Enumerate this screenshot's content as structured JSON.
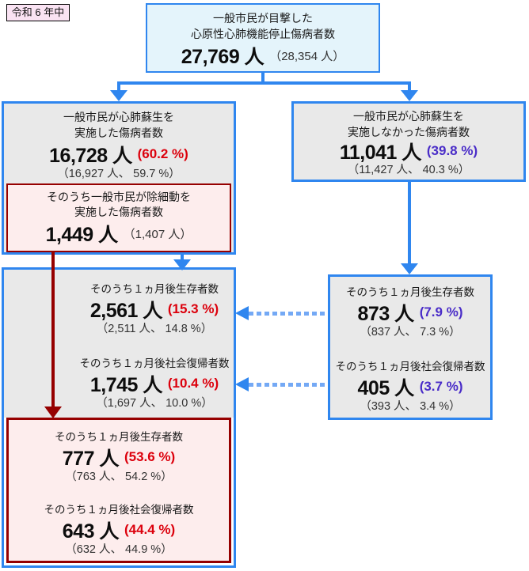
{
  "meta": {
    "year_label": "令和 6 年中"
  },
  "colors": {
    "accent_blue": "#2f86ef",
    "dotted_light_blue": "#74a9f5",
    "dark_red": "#960000",
    "highlight_red_pct": "#dc000c",
    "highlight_purple_pct": "#4a2dc8",
    "box_grey_fill": "#e9e9e9",
    "top_box_cyan_fill": "#e4f4fb",
    "pink_fill": "#fdeded",
    "tag_pink_fill": "#fae3f3"
  },
  "witnessed_box": {
    "line1": "一般市民が目撃した",
    "line2": "心原性心肺機能停止傷病者数",
    "value": "27,769 人",
    "paren": "（28,354 人）"
  },
  "cpr_box": {
    "line1": "一般市民が心肺蘇生を",
    "line2": "実施した傷病者数",
    "value": "16,728 人",
    "pct": "(60.2 %)",
    "paren": "（16,927 人、 59.7 %）",
    "defib_box": {
      "line1": "そのうち一般市民が除細動を",
      "line2": "実施した傷病者数",
      "value": "1,449 人",
      "paren": "（1,407 人）"
    }
  },
  "no_cpr_box": {
    "line1": "一般市民が心肺蘇生を",
    "line2": "実施しなかった傷病者数",
    "value": "11,041 人",
    "pct": "(39.8 %)",
    "paren": "（11,427 人、 40.3 %）"
  },
  "cpr_outcome_box": {
    "stats": [
      {
        "label": "そのうち１ヵ月後生存者数",
        "value": "2,561 人",
        "pct": "(15.3 %)",
        "paren": "（2,511 人、 14.8 %）"
      },
      {
        "label": "そのうち１ヵ月後社会復帰者数",
        "value": "1,745 人",
        "pct": "(10.4 %)",
        "paren": "（1,697 人、 10.0 %）"
      }
    ]
  },
  "no_cpr_outcome_box": {
    "stats": [
      {
        "label": "そのうち１ヵ月後生存者数",
        "value": "873 人",
        "pct": "(7.9 %)",
        "paren": "（837 人、 7.3 %）"
      },
      {
        "label": "そのうち１ヵ月後社会復帰者数",
        "value": "405 人",
        "pct": "(3.7 %)",
        "paren": "（393 人、 3.4 %）"
      }
    ]
  },
  "defib_outcome_box": {
    "stats": [
      {
        "label": "そのうち１ヵ月後生存者数",
        "value": "777 人",
        "pct": "(53.6 %)",
        "paren": "（763 人、 54.2 %）"
      },
      {
        "label": "そのうち１ヵ月後社会復帰者数",
        "value": "643 人",
        "pct": "(44.4 %)",
        "paren": "（632 人、 44.9 %）"
      }
    ]
  }
}
